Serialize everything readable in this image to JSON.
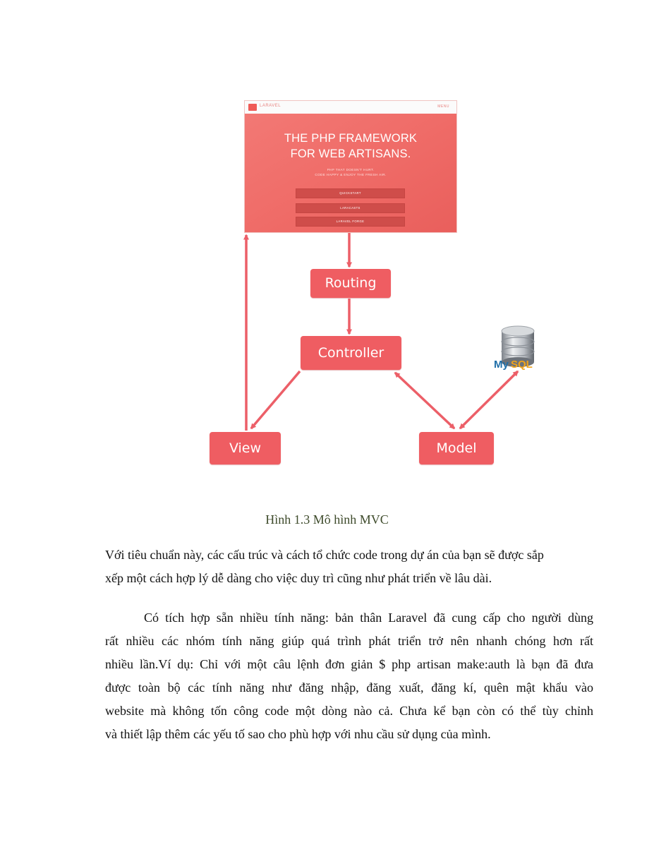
{
  "figure": {
    "screenshot": {
      "brand": "LARAVEL",
      "menu": "MENU",
      "headline_line1": "THE PHP FRAMEWORK",
      "headline_line2": "FOR WEB ARTISANS.",
      "subtitle_line1": "PHP THAT DOESN'T HURT.",
      "subtitle_line2": "CODE HAPPY & ENJOY THE FRESH AIR.",
      "buttons": [
        "QUICKSTART",
        "LARACASTS",
        "LARAVEL FORGE"
      ]
    },
    "nodes": {
      "routing": "Routing",
      "controller": "Controller",
      "view": "View",
      "model": "Model"
    },
    "database_logo_text": "MySQL",
    "colors": {
      "accent": "#ef5d62",
      "arrow": "#ec5f68",
      "caption": "#3d4a2a"
    }
  },
  "caption": "Hình 1.3 Mô hình MVC",
  "paragraph1": {
    "lines": [
      "Với tiêu chuẩn này, các cấu trúc và cách tổ chức code trong dự án của bạn sẽ được sắp",
      "xếp một cách hợp lý dễ dàng cho việc duy trì cũng như phát triển về lâu dài."
    ]
  },
  "paragraph2": {
    "lines": [
      "Có tích hợp sẵn nhiều tính năng: bản thân Laravel đã cung cấp cho người dùng",
      "rất nhiều các nhóm tính năng giúp quá trình phát triển trở nên nhanh chóng hơn rất",
      "nhiều lần.Ví dụ:  Chỉ với một câu lệnh đơn giản $ php artisan make:auth  là bạn đã đưa",
      "được toàn bộ các tính năng như đăng nhập, đăng xuất, đăng kí, quên mật khẩu vào",
      "website mà không tốn công code một dòng nào cả. Chưa kể bạn còn có thể tùy chỉnh",
      "và thiết lập thêm các yếu tố sao cho phù hợp với nhu cầu sử dụng của mình."
    ]
  }
}
